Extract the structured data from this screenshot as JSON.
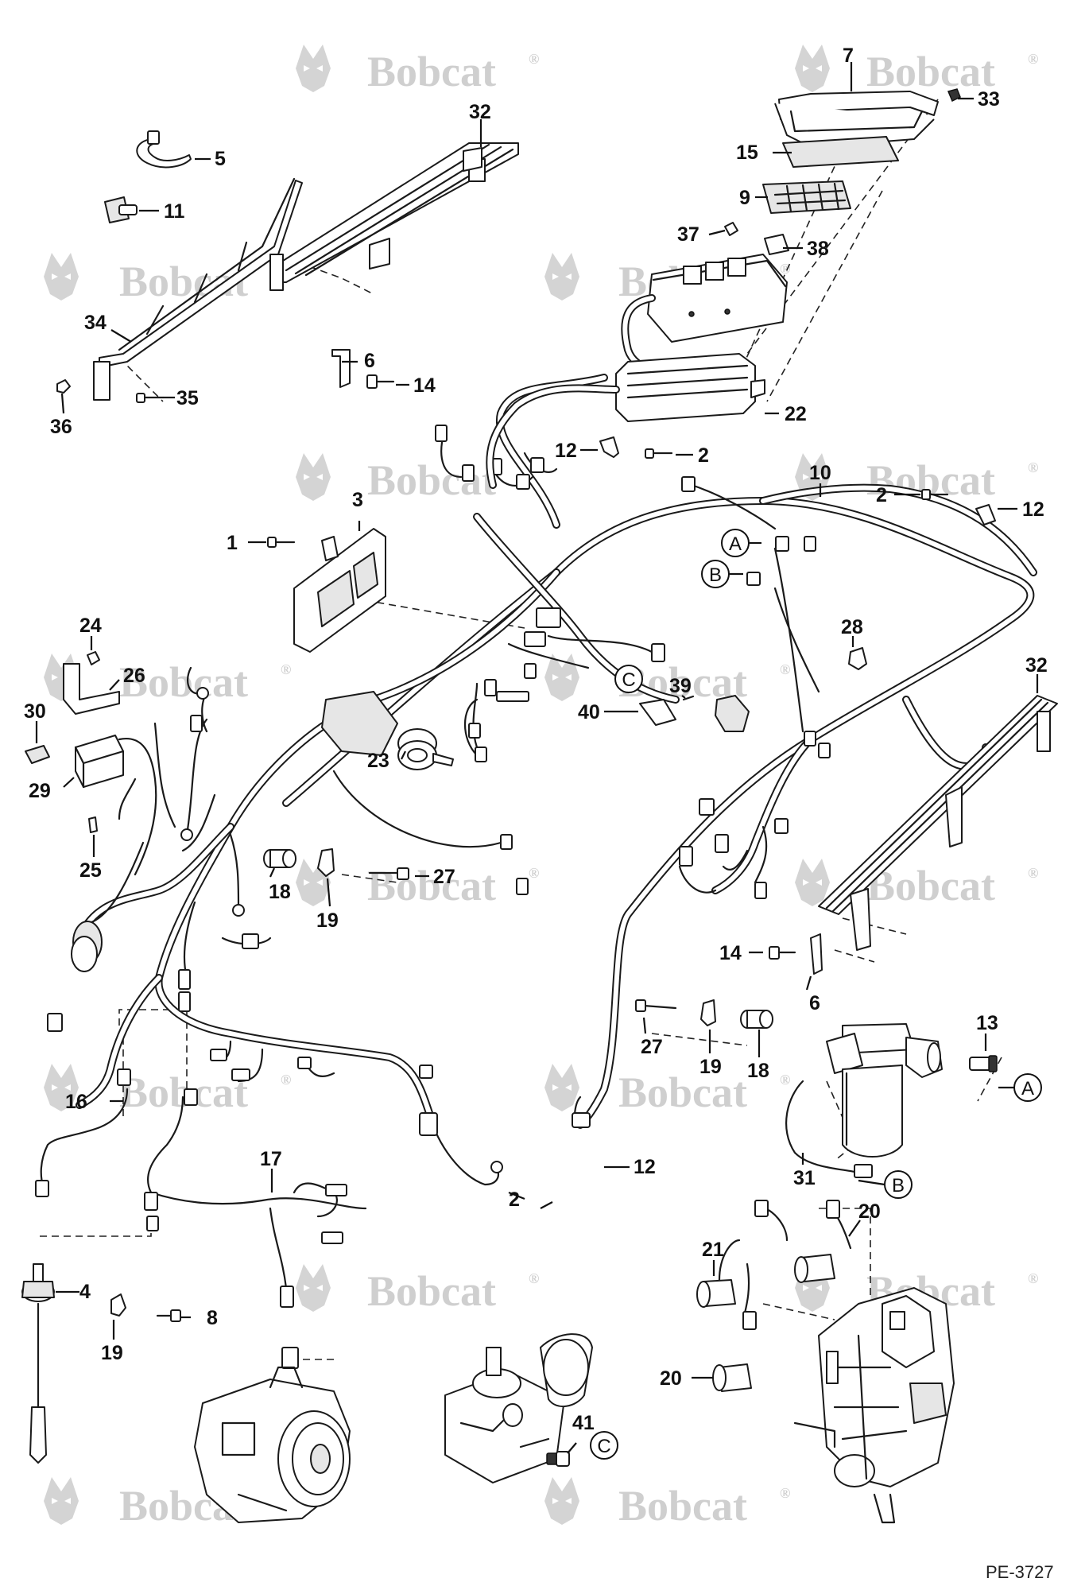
{
  "watermark": {
    "brand": "Bobcat",
    "mark": "®"
  },
  "drawing_number": "PE-3727",
  "callout_letters": [
    "A",
    "B",
    "C"
  ],
  "labels": {
    "p1": "1",
    "p2": "2",
    "p3": "3",
    "p4": "4",
    "p5": "5",
    "p6": "6",
    "p7": "7",
    "p8": "8",
    "p9": "9",
    "p10": "10",
    "p11": "11",
    "p12": "12",
    "p13": "13",
    "p14": "14",
    "p15": "15",
    "p16": "16",
    "p17": "17",
    "p18": "18",
    "p19": "19",
    "p20": "20",
    "p21": "21",
    "p22": "22",
    "p23": "23",
    "p24": "24",
    "p25": "25",
    "p26": "26",
    "p27": "27",
    "p28": "28",
    "p29": "29",
    "p30": "30",
    "p31": "31",
    "p32": "32",
    "p33": "33",
    "p34": "34",
    "p35": "35",
    "p36": "36",
    "p37": "37",
    "p38": "38",
    "p39": "39",
    "p40": "40",
    "p41": "41"
  }
}
